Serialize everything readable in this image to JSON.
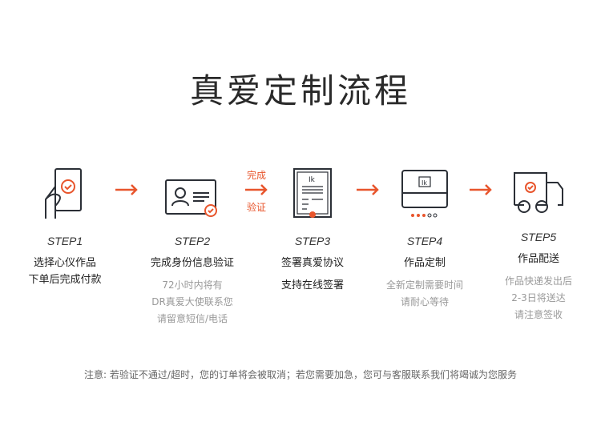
{
  "title": "真爱定制流程",
  "accent": "#e8552c",
  "arrow_labels": {
    "top": "完成",
    "bottom": "验证"
  },
  "steps": [
    {
      "label": "STEP1",
      "name_lines": [
        "选择心仪作品",
        "下单后完成付款"
      ],
      "sub": [],
      "icon": "phone-check-icon"
    },
    {
      "label": "STEP2",
      "name_lines": [
        "完成身份信息验证"
      ],
      "sub": [
        "72小时内将有",
        "DR真爱大使联系您",
        "请留意短信/电话"
      ],
      "icon": "id-card-icon"
    },
    {
      "label": "STEP3",
      "name_lines": [
        "签署真爱协议"
      ],
      "sub": [
        "支持在线签署"
      ],
      "icon": "certificate-icon"
    },
    {
      "label": "STEP4",
      "name_lines": [
        "作品定制"
      ],
      "sub": [
        "全新定制需要时间",
        "请耐心等待"
      ],
      "icon": "box-icon"
    },
    {
      "label": "STEP5",
      "name_lines": [
        "作品配送"
      ],
      "sub": [
        "作品快递发出后",
        "2-3日将送达",
        "请注意签收"
      ],
      "icon": "truck-icon"
    }
  ],
  "note": "注意: 若验证不通过/超时，您的订单将会被取消；若您需要加急，您可与客服联系我们将竭诚为您服务"
}
